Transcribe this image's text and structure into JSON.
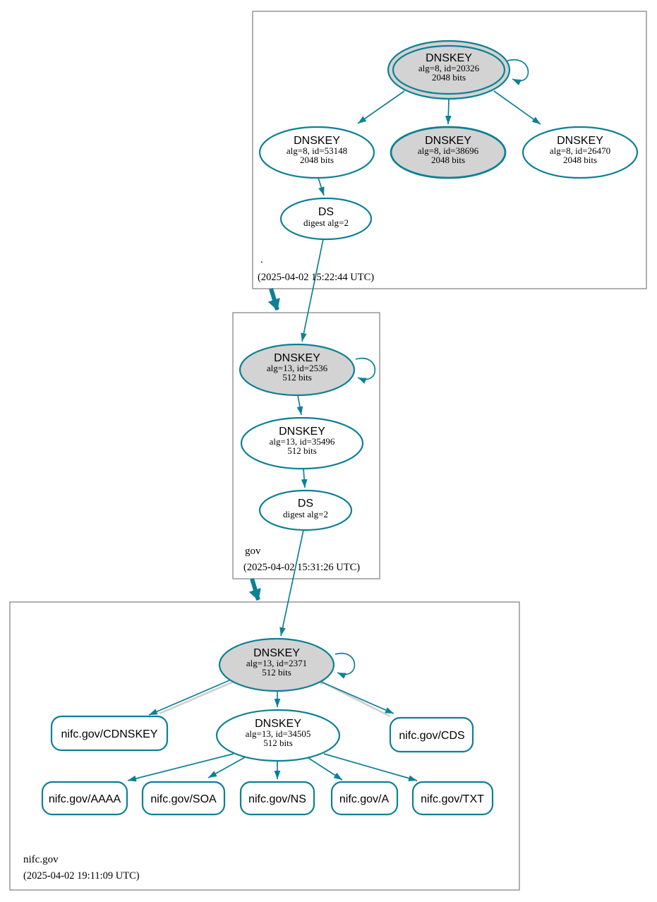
{
  "colors": {
    "teal": "#0d8094",
    "gray_fill": "#d3d3d3",
    "gray_edge": "#cfcfcf",
    "box_border": "#7d7d7d"
  },
  "zones": [
    {
      "name": ".",
      "timestamp": "(2025-04-02 15:22:44 UTC)",
      "nodes": {
        "ksk": {
          "title": "DNSKEY",
          "line1": "alg=8, id=20326",
          "line2": "2048 bits"
        },
        "zsk1": {
          "title": "DNSKEY",
          "line1": "alg=8, id=53148",
          "line2": "2048 bits"
        },
        "zsk2": {
          "title": "DNSKEY",
          "line1": "alg=8, id=38696",
          "line2": "2048 bits"
        },
        "zsk3": {
          "title": "DNSKEY",
          "line1": "alg=8, id=26470",
          "line2": "2048 bits"
        },
        "ds": {
          "title": "DS",
          "line1": "digest alg=2"
        }
      }
    },
    {
      "name": "gov",
      "timestamp": "(2025-04-02 15:31:26 UTC)",
      "nodes": {
        "ksk": {
          "title": "DNSKEY",
          "line1": "alg=13, id=2536",
          "line2": "512 bits"
        },
        "zsk": {
          "title": "DNSKEY",
          "line1": "alg=13, id=35496",
          "line2": "512 bits"
        },
        "ds": {
          "title": "DS",
          "line1": "digest alg=2"
        }
      }
    },
    {
      "name": "nifc.gov",
      "timestamp": "(2025-04-02 19:11:09 UTC)",
      "nodes": {
        "ksk": {
          "title": "DNSKEY",
          "line1": "alg=13, id=2371",
          "line2": "512 bits"
        },
        "zsk": {
          "title": "DNSKEY",
          "line1": "alg=13, id=34505",
          "line2": "512 bits"
        },
        "cdnskey": {
          "label": "nifc.gov/CDNSKEY"
        },
        "cds": {
          "label": "nifc.gov/CDS"
        },
        "rrsets": [
          {
            "label": "nifc.gov/AAAA"
          },
          {
            "label": "nifc.gov/SOA"
          },
          {
            "label": "nifc.gov/NS"
          },
          {
            "label": "nifc.gov/A"
          },
          {
            "label": "nifc.gov/TXT"
          }
        ]
      }
    }
  ]
}
